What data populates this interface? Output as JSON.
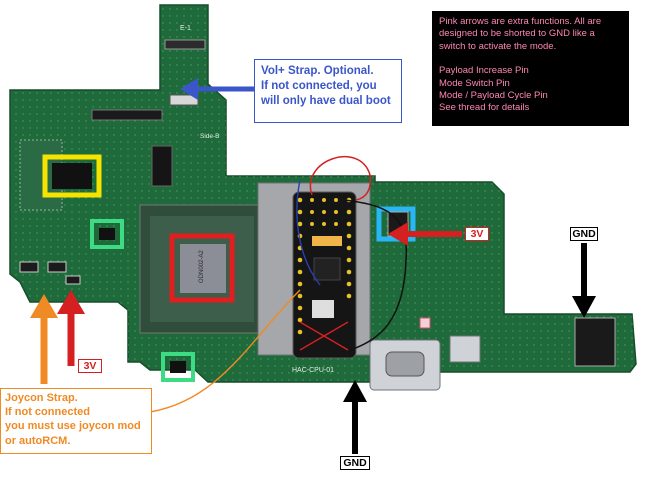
{
  "colors": {
    "board": "#1f6a3a",
    "strap_vol": "#3a56c8",
    "strap_joycon": "#f08a24",
    "wire_3v": "#d42020",
    "wire_gnd": "#000000",
    "pink_arrow": "#ffb3c8",
    "highlight_yellow": "#f5e400",
    "highlight_red": "#e02020",
    "highlight_green": "#3ddc84",
    "highlight_cyan": "#29b6f6"
  },
  "board": {
    "silkscreen_top": "E-1",
    "silkscreen_side": "Side-B",
    "silkscreen_bottom": "HAC-CPU-01",
    "chip_marking": "ODN002-A2"
  },
  "vol_note": {
    "lines": [
      "Vol+ Strap. Optional.",
      "If not connected, you",
      "will only have dual boot"
    ]
  },
  "legend": {
    "intro": [
      "Pink arrows are extra functions. All are",
      "designed to be shorted to GND like a",
      "switch to activate the mode."
    ],
    "items": [
      "Payload Increase Pin",
      "Mode Switch Pin",
      "Mode / Payload Cycle Pin",
      "See thread for details"
    ],
    "arrow_icon": "right-arrow-icon"
  },
  "joycon_note": {
    "lines": [
      "Joycon Strap.",
      "If not connected",
      "you must use joycon mod",
      "or autoRCM."
    ]
  },
  "tags": {
    "v3_right": "3V",
    "v3_left": "3V",
    "gnd_right": "GND",
    "gnd_bottom": "GND"
  }
}
